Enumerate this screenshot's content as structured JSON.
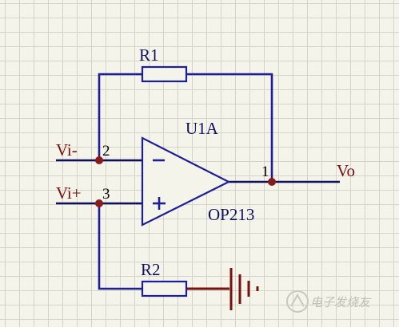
{
  "components": {
    "resistor_top": {
      "designator": "R1"
    },
    "resistor_bottom": {
      "designator": "R2"
    },
    "opamp": {
      "designator": "U1A",
      "part": "OP213"
    }
  },
  "nets": {
    "inverting": "Vi-",
    "noninverting": "Vi+",
    "output": "Vo"
  },
  "pins": {
    "inverting": "2",
    "noninverting": "3",
    "output": "1"
  },
  "watermark": "电子发烧友",
  "colors": {
    "wire": "#1e1e96",
    "net_label": "#7a0c0c",
    "junction": "#8b1a1a",
    "ground": "#7a1010",
    "grid": "#d4d4c8",
    "background": "#f4f4ea"
  }
}
